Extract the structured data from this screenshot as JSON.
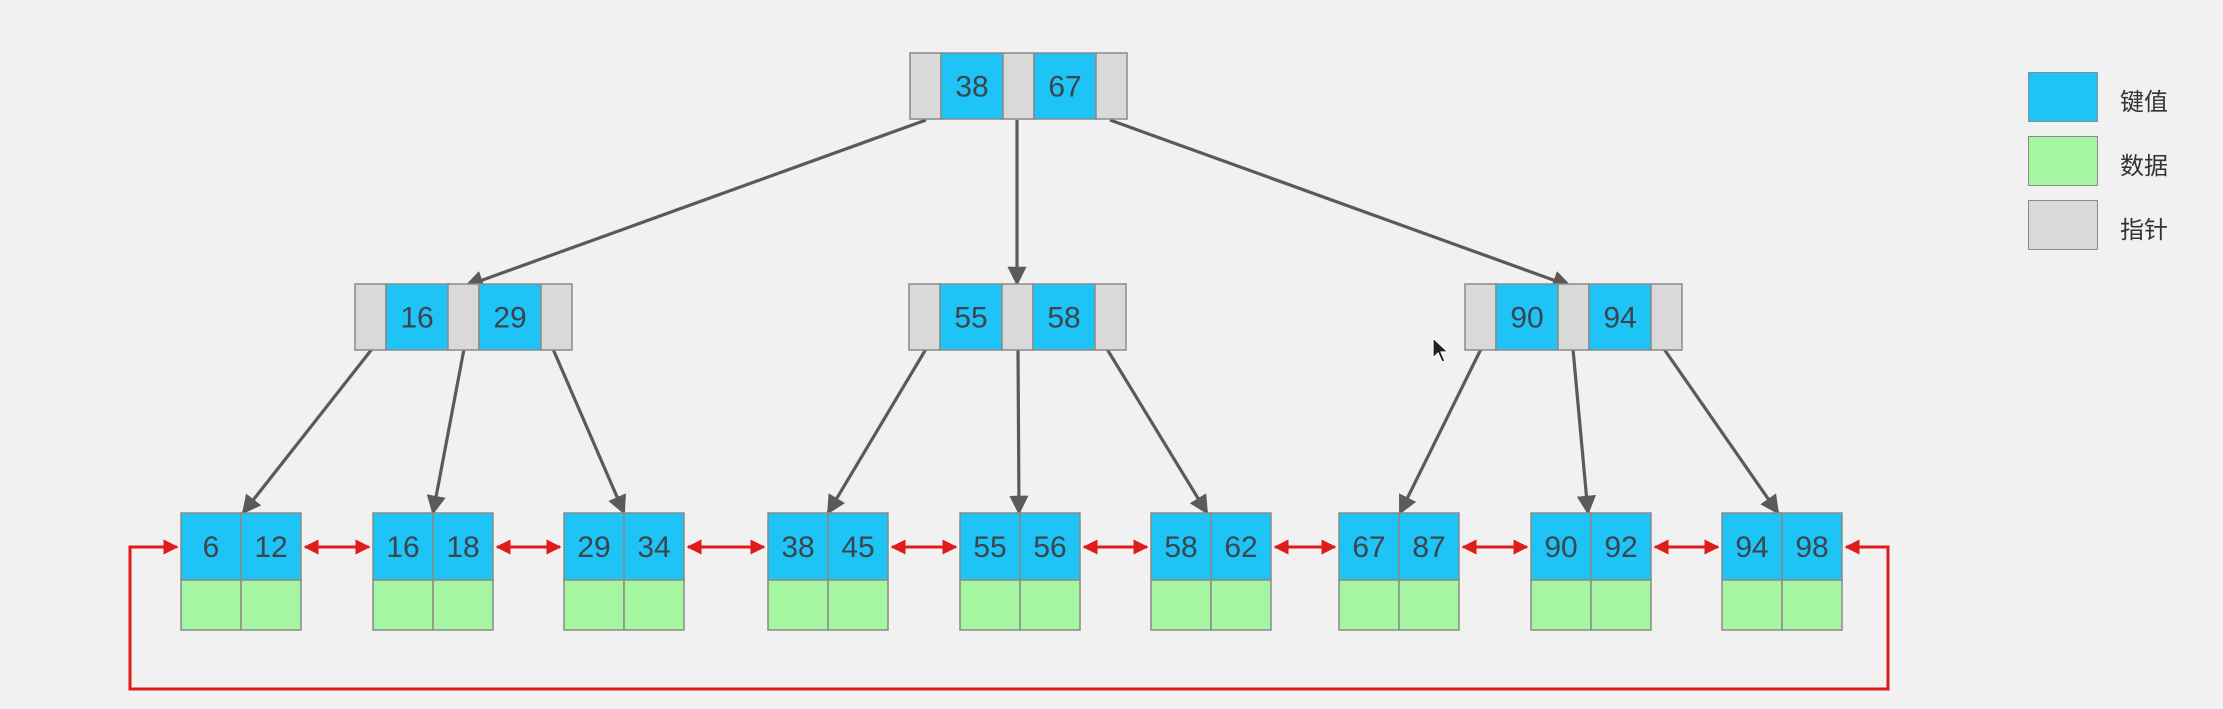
{
  "colors": {
    "key": "#1ec4f5",
    "data": "#a6f5a0",
    "pointer": "#d9d9d9",
    "border": "#8a8a8a",
    "tree_edge": "#5a5a5a",
    "leaf_link": "#e01b1b",
    "text": "#3a4550"
  },
  "legend": [
    {
      "label": "键值",
      "color": "#1ec4f5",
      "icon": "key-swatch"
    },
    {
      "label": "数据",
      "color": "#a6f5a0",
      "icon": "data-swatch"
    },
    {
      "label": "指针",
      "color": "#d9d9d9",
      "icon": "pointer-swatch"
    }
  ],
  "tree": {
    "root": {
      "keys": [
        "38",
        "67"
      ]
    },
    "internal": [
      {
        "keys": [
          "16",
          "29"
        ]
      },
      {
        "keys": [
          "55",
          "58"
        ]
      },
      {
        "keys": [
          "90",
          "94"
        ]
      }
    ],
    "leaves": [
      {
        "keys": [
          "6",
          "12"
        ]
      },
      {
        "keys": [
          "16",
          "18"
        ]
      },
      {
        "keys": [
          "29",
          "34"
        ]
      },
      {
        "keys": [
          "38",
          "45"
        ]
      },
      {
        "keys": [
          "55",
          "56"
        ]
      },
      {
        "keys": [
          "58",
          "62"
        ]
      },
      {
        "keys": [
          "67",
          "87"
        ]
      },
      {
        "keys": [
          "90",
          "92"
        ]
      },
      {
        "keys": [
          "94",
          "98"
        ]
      }
    ]
  }
}
